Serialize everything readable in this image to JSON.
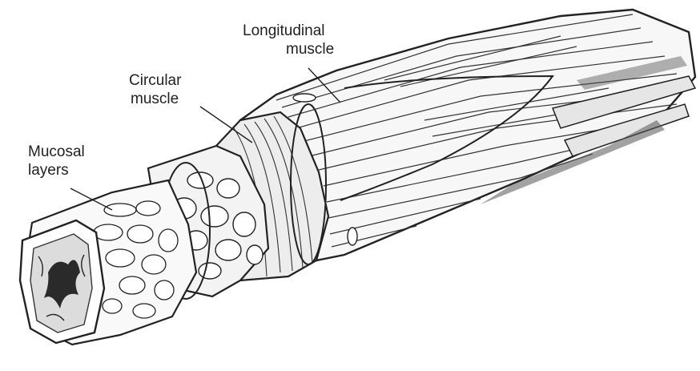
{
  "labels": {
    "longitudinal": {
      "line1": "Longitudinal",
      "line2": "muscle"
    },
    "circular": {
      "line1": "Circular",
      "line2": "muscle"
    },
    "mucosal": {
      "line1": "Mucosal",
      "line2": "layers"
    }
  },
  "colors": {
    "ink": "#222222",
    "background": "#ffffff",
    "shade": "#d9d9d9"
  }
}
